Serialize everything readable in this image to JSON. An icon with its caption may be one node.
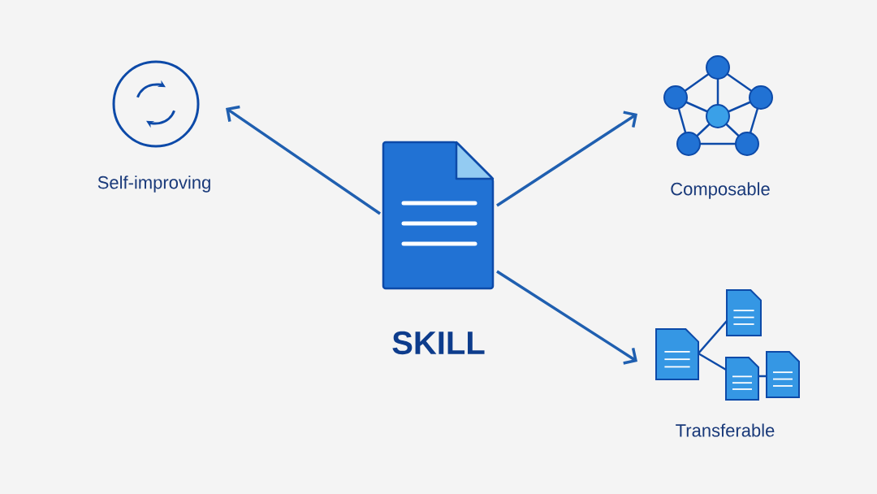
{
  "diagram": {
    "nodes": [
      {
        "text": [
          "SKILL"
        ]
      },
      {
        "text": [
          "Self-improving"
        ]
      },
      {
        "text": [
          "Composable"
        ]
      },
      {
        "text": [
          "Transferable"
        ]
      }
    ],
    "edges": [
      {
        "from": 0,
        "to": 1,
        "arrow": "to"
      },
      {
        "from": 0,
        "to": 2,
        "arrow": "to"
      },
      {
        "from": 0,
        "to": 3,
        "arrow": "to"
      }
    ]
  }
}
